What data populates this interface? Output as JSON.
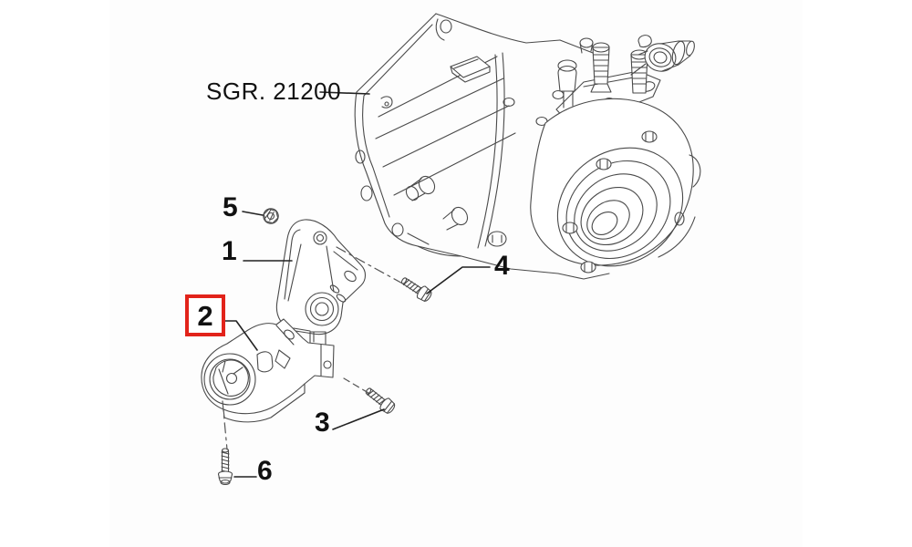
{
  "diagram": {
    "title_label": "SGR. 21200",
    "selected_part": "2",
    "highlight_color": "#e2231a",
    "line_color": "#4a4a4a",
    "leader_color": "#222222",
    "background_color": "#ffffff",
    "parts": [
      {
        "label": "1"
      },
      {
        "label": "2"
      },
      {
        "label": "3"
      },
      {
        "label": "4"
      },
      {
        "label": "5"
      },
      {
        "label": "6"
      }
    ]
  }
}
